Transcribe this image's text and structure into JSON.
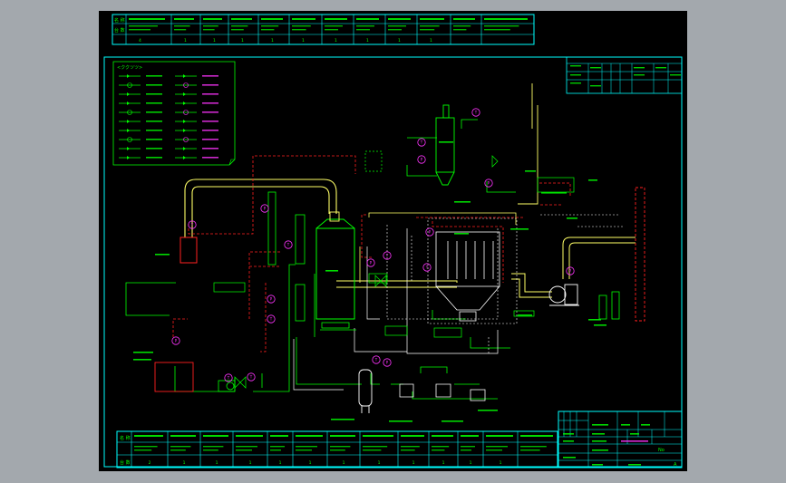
{
  "colors": {
    "background": "#a3a8ad",
    "sheet": "#000000",
    "frame": "#00ffff",
    "process_line": "#00ff00",
    "hot_air": "#ffff66",
    "signal": "#ff2020",
    "instrument": "#ff33ff",
    "text": "#00ff00",
    "water": "#ffffff"
  },
  "top_table": {
    "row_labels": [
      "名 称",
      "台 数"
    ],
    "counts": [
      "4",
      "1",
      "1",
      "1",
      "1",
      "1",
      "1",
      "1",
      "1",
      "1"
    ]
  },
  "legend": {
    "title": "<ククツツ>"
  },
  "bottom_table": {
    "row_labels": [
      "名 称",
      "台 数"
    ],
    "counts": [
      "2",
      "1",
      "1",
      "1",
      "1",
      "1",
      "1",
      "1",
      "1",
      "1",
      "1",
      "1"
    ]
  },
  "title_block": {
    "no": "No",
    "sheet": "A"
  },
  "instrument_tags": [
    "T",
    "P",
    "T",
    "P",
    "T",
    "P",
    "T",
    "T",
    "P",
    "T",
    "P",
    "T",
    "P",
    "T",
    "P",
    "T",
    "P"
  ]
}
